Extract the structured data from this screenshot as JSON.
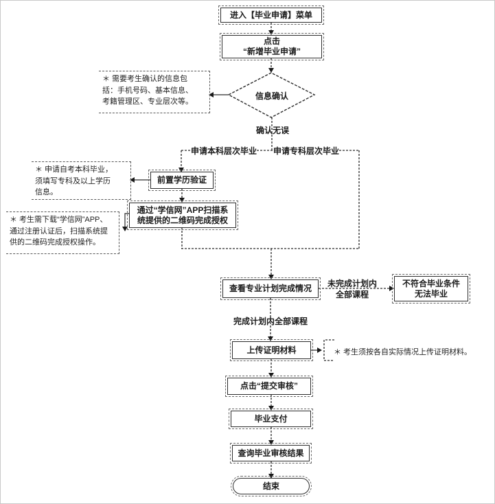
{
  "flowchart": {
    "nodes": {
      "start": "进入【毕业申请】菜单",
      "click_new": "点击\n“新增毕业申请”",
      "confirm_info": "信息确认",
      "qianzhi": "前置学历验证",
      "xuexin": "通过“学信网”APP扫描系\n统提供的二维码完成授权",
      "check_plan": "查看专业计划完成情况",
      "fail": "不符合毕业条件\n无法毕业",
      "upload": "上传证明材料",
      "submit": "点击“提交审核”",
      "pay": "毕业支付",
      "result": "查询毕业审核结果",
      "end": "结束"
    },
    "edge_labels": {
      "confirmed": "确认无误",
      "branch_bachelor": "申请本科层次毕业",
      "branch_college": "申请专科层次毕业",
      "incomplete": "未完成计划内\n全部课程",
      "complete": "完成计划内全部课程"
    },
    "notes": {
      "note1": "＊ 需要考生确认的信息包\n括：手机号码、基本信息、\n考籍管理区、专业层次等。",
      "note2": "＊ 申请自考本科毕业，\n须填写专科及以上学历\n信息。",
      "note3": "＊ 考生需下载“学信网”APP、\n通过注册认证后，扫描系统提\n供的二维码完成授权操作。",
      "note4": "＊ 考生须按各自实际情况上传证明材料。"
    },
    "colors": {
      "line": "#2a2a2a",
      "box_bg": "#ffffff"
    }
  }
}
